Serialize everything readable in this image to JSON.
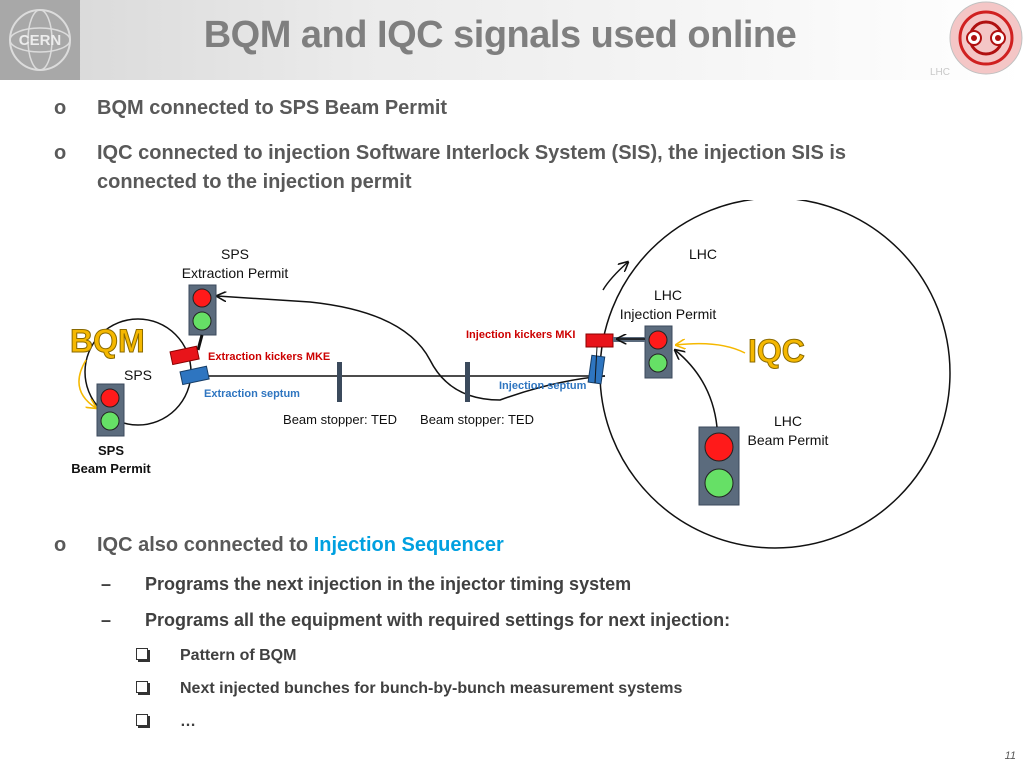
{
  "header": {
    "title": "BQM and IQC signals used online",
    "cern_logo_text": "CERN",
    "lhc_logo_text": "LHC"
  },
  "bullets": [
    {
      "mark": "o",
      "text": "BQM connected to SPS Beam Permit"
    },
    {
      "mark": "o",
      "line1": "IQC connected to injection Software Interlock System (SIS), the injection SIS is",
      "line2": "connected to the injection permit"
    }
  ],
  "diagram": {
    "sps_extraction_permit_l1": "SPS",
    "sps_extraction_permit_l2": "Extraction Permit",
    "bqm_label": "BQM",
    "sps_ring_label": "SPS",
    "extraction_kickers": "Extraction kickers MKE",
    "extraction_septum": "Extraction septum",
    "beam_stopper_1": "Beam stopper: TED",
    "beam_stopper_2": "Beam stopper: TED",
    "injection_kickers": "Injection kickers MKI",
    "injection_septum": "Injection septum",
    "lhc_ring_label": "LHC",
    "lhc_injection_permit_l1": "LHC",
    "lhc_injection_permit_l2": "Injection Permit",
    "iqc_label": "IQC",
    "lhc_beam_permit_l1": "LHC",
    "lhc_beam_permit_l2": "Beam Permit",
    "sps_beam_permit_l1": "SPS",
    "sps_beam_permit_l2": "Beam Permit",
    "colors": {
      "red_light": "#ff1a1a",
      "green_light": "#66e066",
      "kicker_red": "#e8141a",
      "septum_blue": "#2e75c0",
      "signal_yellow": "#f5b800",
      "label_red": "#cc0000",
      "label_blue": "#2e75c0"
    }
  },
  "lower": {
    "bullet_mark": "o",
    "bullet_prefix": "IQC also connected to ",
    "bullet_highlight": "Injection Sequencer",
    "dash": "–",
    "sub_items": [
      "Programs the next injection in the injector timing system",
      "Programs all the equipment with required settings for next injection:"
    ],
    "sub2_items": [
      "Pattern of BQM",
      "Next injected bunches for bunch-by-bunch measurement systems",
      "…"
    ]
  },
  "page_number": "11"
}
